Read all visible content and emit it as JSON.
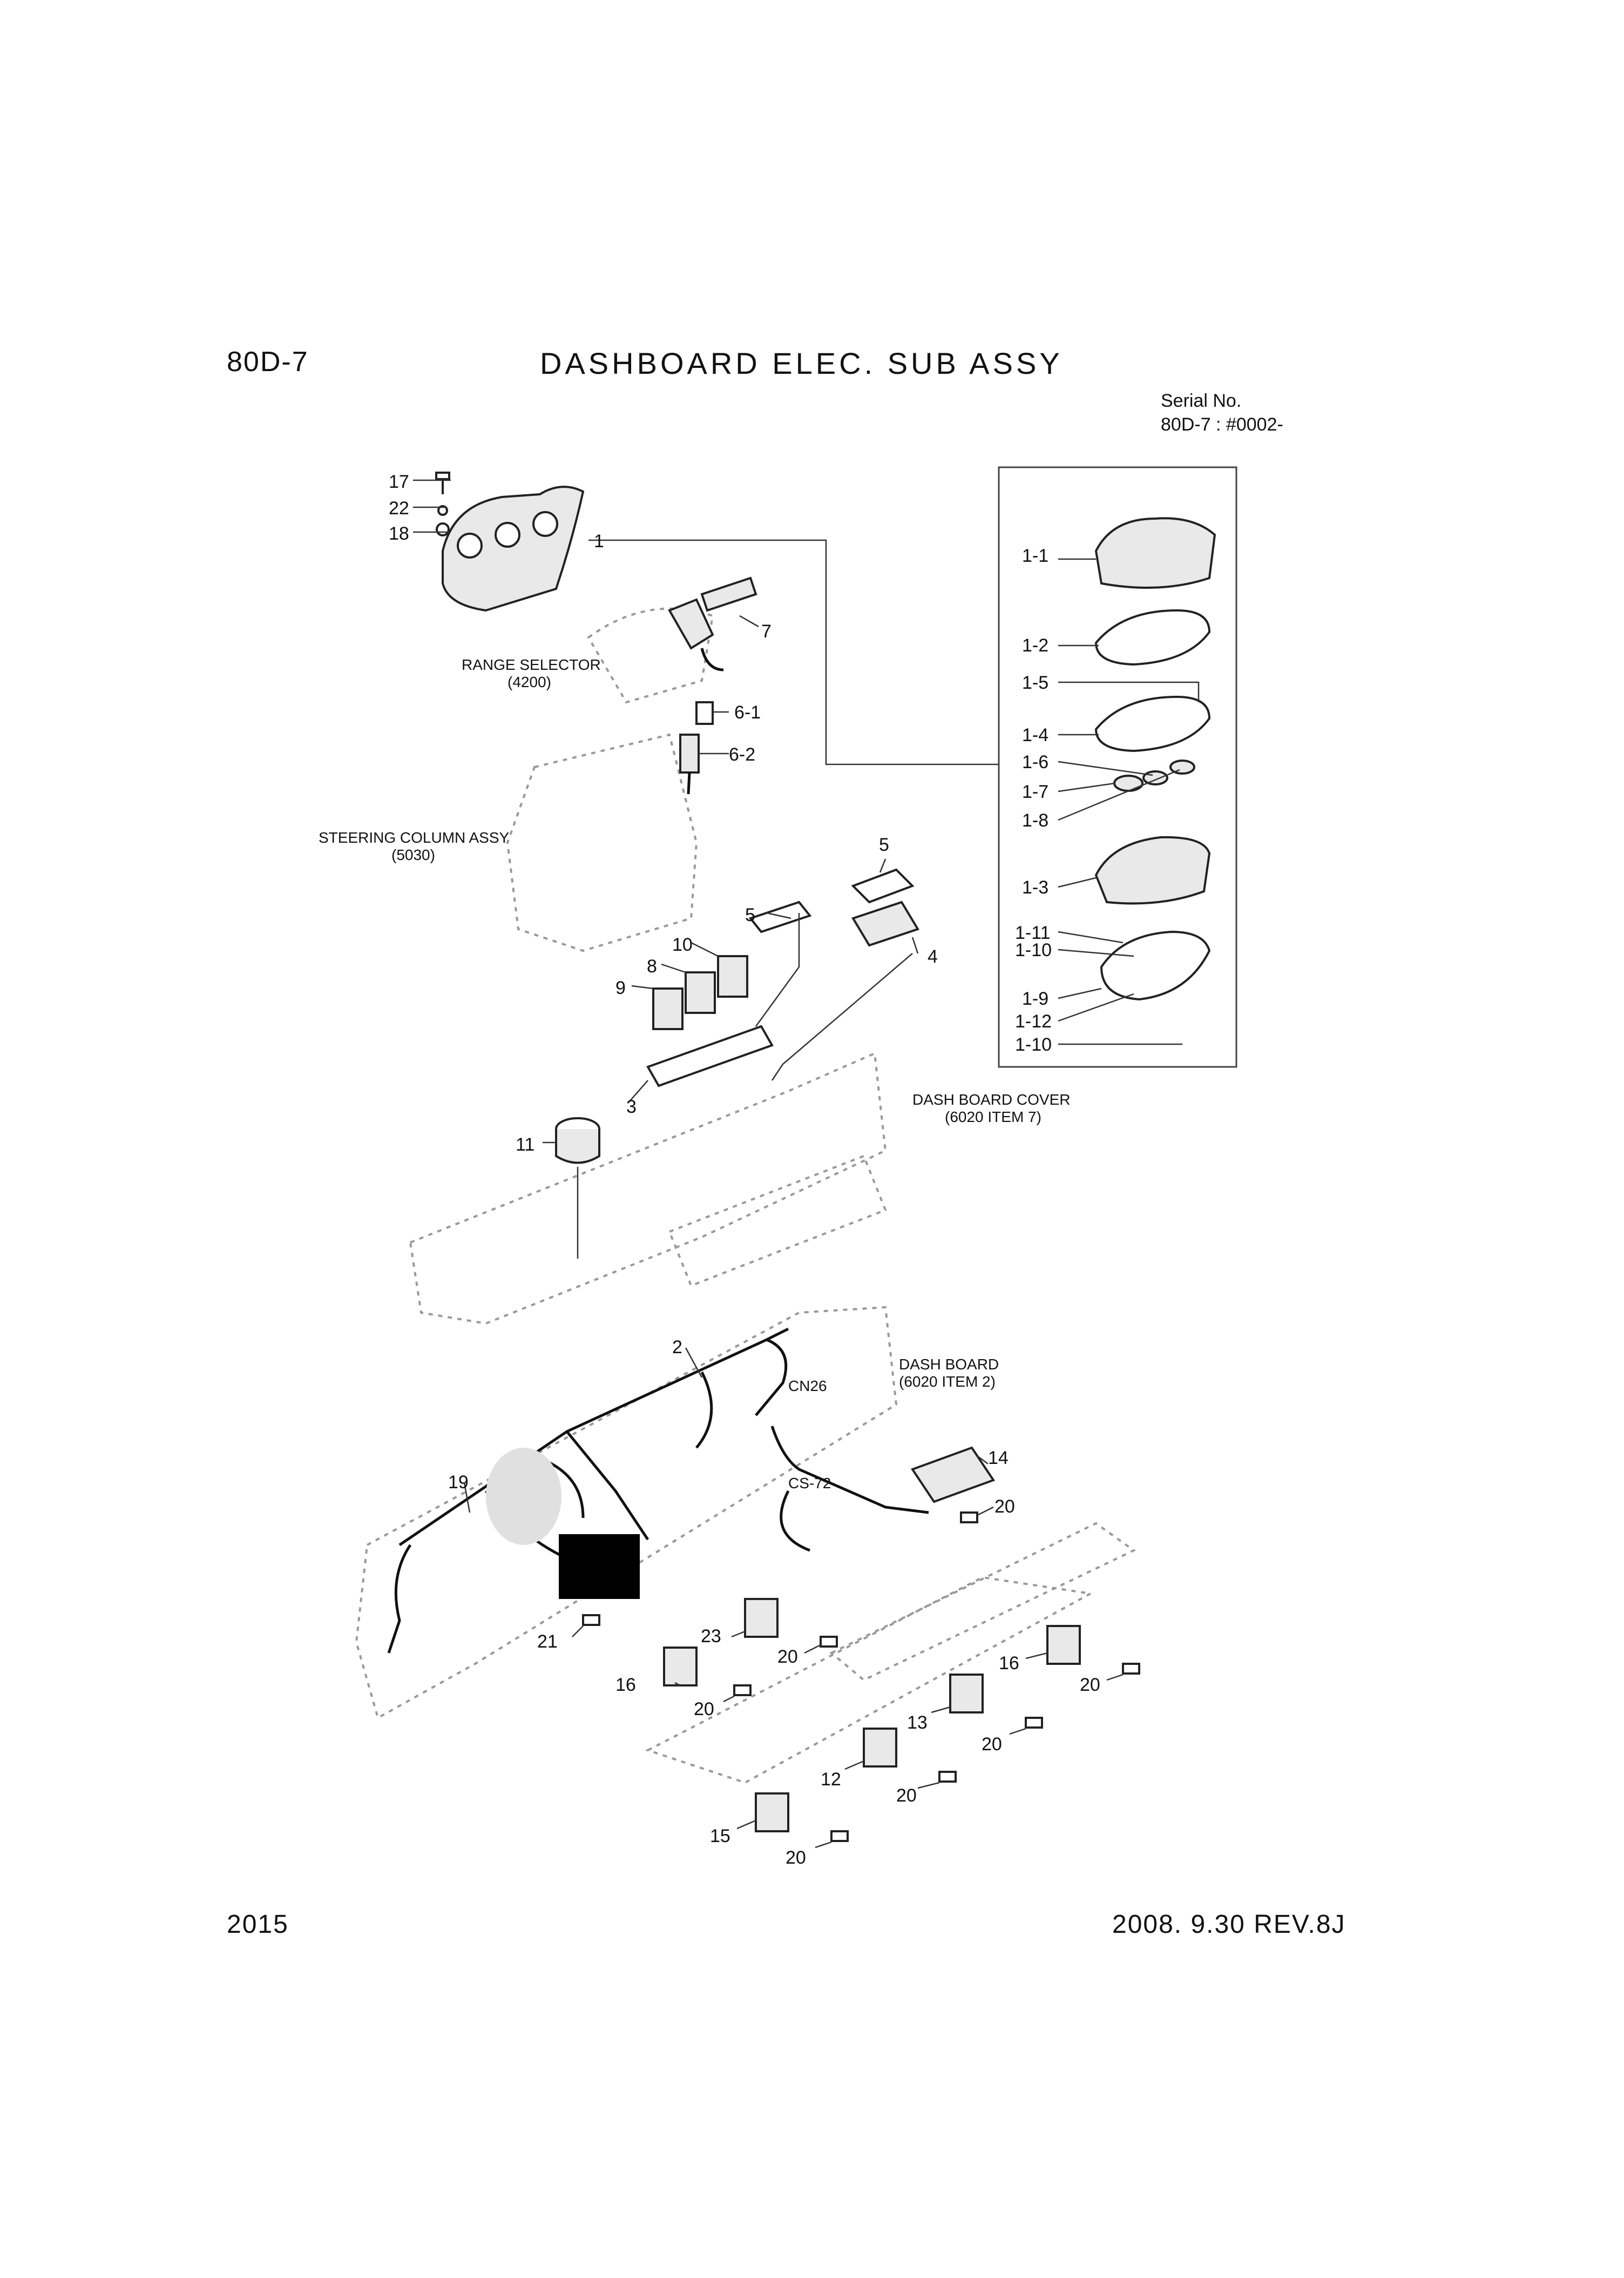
{
  "header": {
    "model": "80D-7",
    "title": "DASHBOARD ELEC. SUB ASSY",
    "serial_label": "Serial No.",
    "serial_value": "80D-7 : #0002-"
  },
  "footer": {
    "page_number": "2015",
    "revision": "2008. 9.30  REV.8J"
  },
  "notes": {
    "range_selector": "RANGE SELECTOR",
    "range_selector_ref": "(4200)",
    "steering_column": "STEERING COLUMN ASSY",
    "steering_column_ref": "(5030)",
    "dash_cover": "DASH BOARD COVER",
    "dash_cover_ref": "(6020 ITEM 7)",
    "dash_board": "DASH BOARD",
    "dash_board_ref": "(6020 ITEM 2)",
    "cn26": "CN26",
    "cs72": "CS-72"
  },
  "callouts": {
    "c17": "17",
    "c22": "22",
    "c18": "18",
    "c1": "1",
    "c7": "7",
    "c6_1": "6-1",
    "c6_2": "6-2",
    "c5a": "5",
    "c5b": "5",
    "c4": "4",
    "c10": "10",
    "c8": "8",
    "c9": "9",
    "c3": "3",
    "c11": "11",
    "c2": "2",
    "c19": "19",
    "c14": "14",
    "c20a": "20",
    "c21": "21",
    "c23": "23",
    "c20b": "20",
    "c16a": "16",
    "c20c": "20",
    "c16b": "16",
    "c20d": "20",
    "c13": "13",
    "c20e": "20",
    "c12": "12",
    "c20f": "20",
    "c15": "15",
    "c20g": "20",
    "s1_1": "1-1",
    "s1_2": "1-2",
    "s1_5": "1-5",
    "s1_4": "1-4",
    "s1_6": "1-6",
    "s1_7": "1-7",
    "s1_8": "1-8",
    "s1_3": "1-3",
    "s1_11": "1-11",
    "s1_10a": "1-10",
    "s1_9": "1-9",
    "s1_12": "1-12",
    "s1_10b": "1-10"
  }
}
